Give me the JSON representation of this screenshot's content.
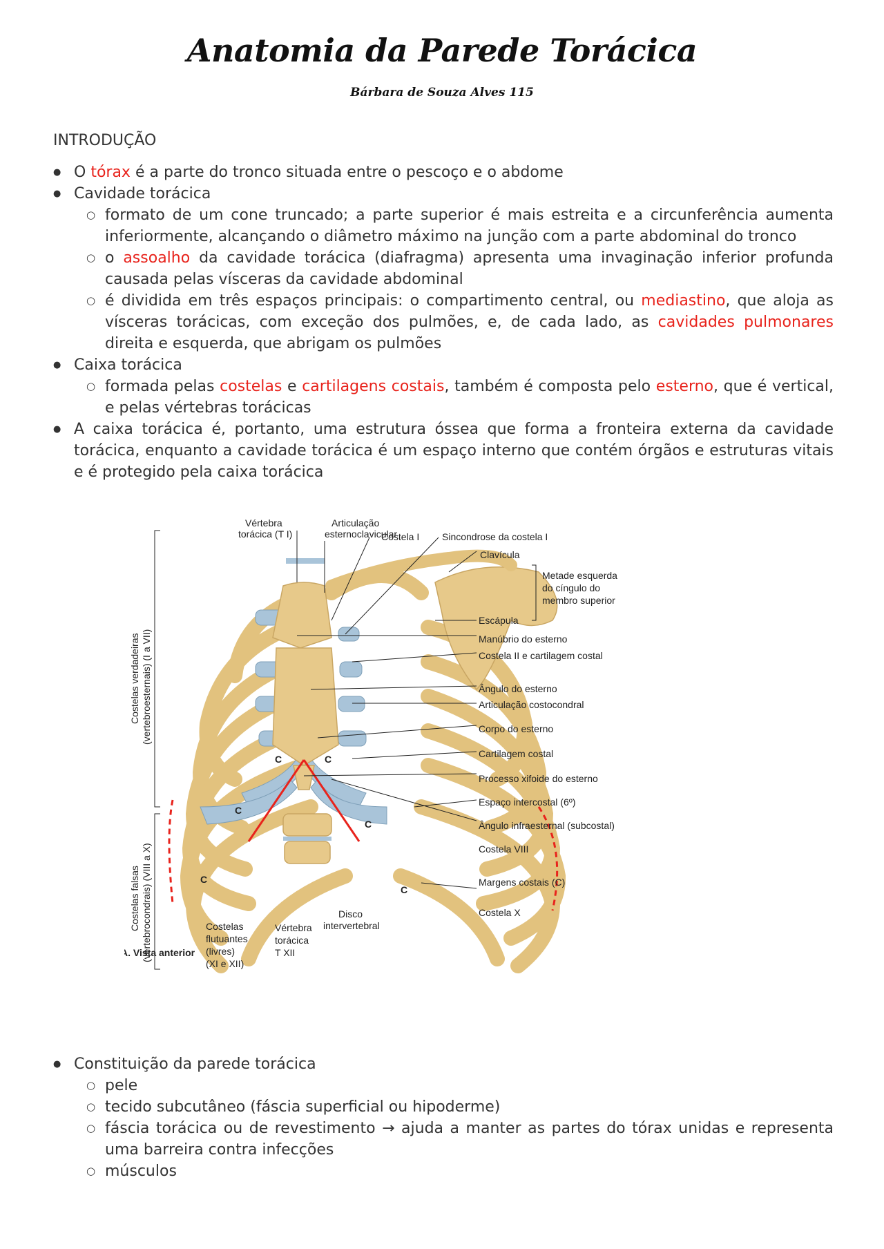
{
  "doc": {
    "title": "Anatomia da Parede Torácica",
    "author": "Bárbara de Souza Alves 115",
    "section": "INTRODUÇÃO"
  },
  "intro": {
    "torax": {
      "a": "O ",
      "hl": "tórax",
      "b": " é a parte do tronco situada entre o pescoço e o abdome"
    },
    "cavidade": {
      "label": "Cavidade torácica",
      "sub1": "formato de um cone truncado; a parte superior é mais estreita e a circunferência aumenta inferiormente, alcançando o diâmetro máximo na junção com a parte abdominal do tronco",
      "sub2": {
        "a": "o ",
        "hl": "assoalho",
        "b": " da cavidade torácica (diafragma) apresenta uma invaginação inferior profunda causada pelas vísceras da cavidade abdominal"
      },
      "sub3": {
        "a": " é dividida em três espaços principais: o compartimento central, ou ",
        "hl1": "mediastino",
        "b": ", que aloja as vísceras torácicas, com exceção dos pulmões, e, de cada lado, as ",
        "hl2": "cavidades pulmonares",
        "c": " direita e esquerda, que abrigam os pulmões"
      }
    },
    "caixa": {
      "label": "Caixa torácica",
      "sub1": {
        "a": "formada pelas ",
        "hl1": "costelas",
        "b": " e ",
        "hl2": "cartilagens costais",
        "c": ", também é composta pelo ",
        "hl3": "esterno",
        "d": ", que é vertical, e pelas vértebras torácicas"
      }
    },
    "portanto": "A caixa torácica é, portanto, uma estrutura óssea que forma a fronteira externa da cavidade torácica, enquanto a cavidade torácica é um espaço interno que contém órgãos e estruturas vitais e é protegido pela caixa torácica"
  },
  "figure": {
    "top_left_1a": "Vértebra",
    "top_left_1b": "torácica (T I)",
    "top_left_2a": "Articulação",
    "top_left_2b": "esternoclavicular",
    "costela_i": "Costela I",
    "sincondrose": "Sincondrose da costela I",
    "clavicula": "Clavícula",
    "metade_1": "Metade esquerda",
    "metade_2": "do cíngulo do",
    "metade_3": "membro superior",
    "escapula": "Escápula",
    "manubrio": "Manúbrio do esterno",
    "costela_ii": "Costela II e cartilagem costal",
    "angulo_esterno": "Ângulo do esterno",
    "art_costocondral": "Articulação costocondral",
    "corpo_esterno": "Corpo do esterno",
    "cartilagem_costal": "Cartilagem costal",
    "xifoide": "Processo xifoide do esterno",
    "intercostal": "Espaço intercostal (6º)",
    "infraesternal": "Ângulo infraesternal (subcostal)",
    "costela_viii": "Costela VIII",
    "margens": "Margens costais (C)",
    "costela_x": "Costela X",
    "verdadeiras_1": "Costelas verdadeiras",
    "verdadeiras_2": "(vertebroesternais) (I a VII)",
    "falsas_1": "Costelas falsas",
    "falsas_2": "(vertebrocondrais) (VIII a X)",
    "flutuantes_1": "Costelas",
    "flutuantes_2": "flutuantes",
    "flutuantes_3": "(livres)",
    "flutuantes_4": "(XI e XII)",
    "txii_1": "Vértebra",
    "txii_2": "torácica",
    "txii_3": "T XII",
    "disco_1": "Disco",
    "disco_2": "intervertebral",
    "vista": "A. Vista anterior",
    "c_mark": "C"
  },
  "constituicao": {
    "label": "Constituição da parede torácica",
    "items": [
      "pele",
      "tecido subcutâneo (fáscia superficial ou hipoderme)",
      "fáscia torácica ou de revestimento → ajuda a manter as partes do tórax unidas e representa uma barreira contra infecções",
      "músculos"
    ]
  },
  "colors": {
    "highlight": "#e8231c",
    "bone": "#e7c98a",
    "cartilage": "#a9c4d9"
  }
}
